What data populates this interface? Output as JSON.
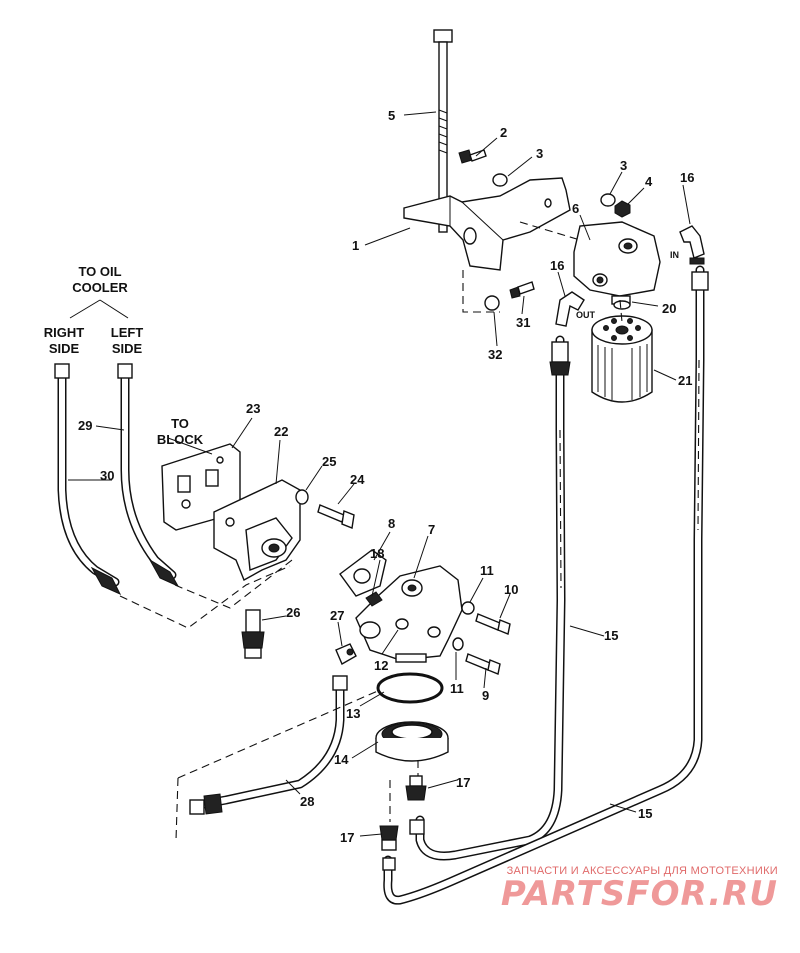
{
  "captions": {
    "to_oil_cooler_line1": "TO OIL",
    "to_oil_cooler_line2": "COOLER",
    "right_side_line1": "RIGHT",
    "right_side_line2": "SIDE",
    "left_side_line1": "LEFT",
    "left_side_line2": "SIDE",
    "to_block_line1": "TO",
    "to_block_line2": "BLOCK",
    "in": "IN",
    "out": "OUT"
  },
  "callouts": {
    "c1": "1",
    "c2": "2",
    "c3a": "3",
    "c3b": "3",
    "c4": "4",
    "c5": "5",
    "c6": "6",
    "c7": "7",
    "c8": "8",
    "c9": "9",
    "c10": "10",
    "c11a": "11",
    "c11b": "11",
    "c12": "12",
    "c13": "13",
    "c14": "14",
    "c15a": "15",
    "c15b": "15",
    "c16a": "16",
    "c16b": "16",
    "c17a": "17",
    "c17b": "17",
    "c18": "18",
    "c20": "20",
    "c21": "21",
    "c22": "22",
    "c23": "23",
    "c24": "24",
    "c25": "25",
    "c26": "26",
    "c27": "27",
    "c28": "28",
    "c29": "29",
    "c30": "30",
    "c31": "31",
    "c32": "32"
  },
  "watermark": {
    "tagline": "ЗАПЧАСТИ И АКСЕССУАРЫ ДЛЯ МОТОТЕХНИКИ",
    "logo": "PARTSFOR.RU"
  }
}
